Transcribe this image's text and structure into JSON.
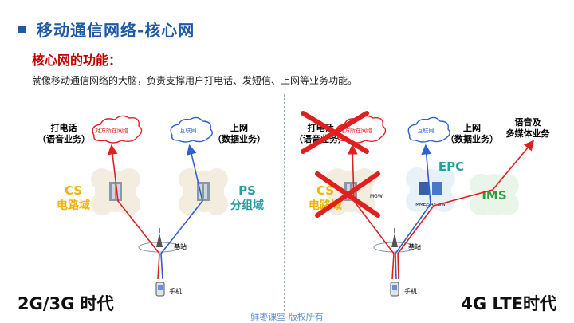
{
  "header": {
    "title": "移动通信网络-核心网",
    "subtitle": "核心网的功能：",
    "description": "就像移动通信网络的大脑，负责支撑用户打电话、发短信、上网等业务功能。"
  },
  "left": {
    "call_label_1": "打电话",
    "call_label_2": "（语音业务）",
    "data_label_1": "上网",
    "data_label_2": "（数据业务）",
    "cloud_peer": "对方所在网络",
    "cloud_internet": "互联网",
    "cs_1": "CS",
    "cs_2": "电路域",
    "ps_1": "PS",
    "ps_2": "分组域",
    "base_station": "基站",
    "phone": "手机",
    "era": "2G/3G 时代"
  },
  "right": {
    "call_label_1": "打电话",
    "call_label_2": "（语音业务）",
    "data_label_1": "上网",
    "data_label_2": "（数据业务）",
    "media_label_1": "语音及",
    "media_label_2": "多媒体业务",
    "cloud_peer": "对方所在网络",
    "cloud_internet": "互联网",
    "cs_1": "CS",
    "cs_2": "电路域",
    "mgw": "MGW",
    "mme": "MME/SAE-GW",
    "epc": "EPC",
    "ims": "IMS",
    "base_station": "基站",
    "phone": "手机",
    "era": "4G LTE时代"
  },
  "footer": "鲜枣课堂  版权所有",
  "colors": {
    "title_blue": "#1f5aa6",
    "red": "#c00000",
    "cs_yellow": "#f0b400",
    "ps_teal": "#2a9d9d",
    "ims_green": "#2e9b3f",
    "arrow_blue": "#2f5fd0",
    "arrow_red": "#e02020",
    "cross_red": "#e0201f"
  }
}
